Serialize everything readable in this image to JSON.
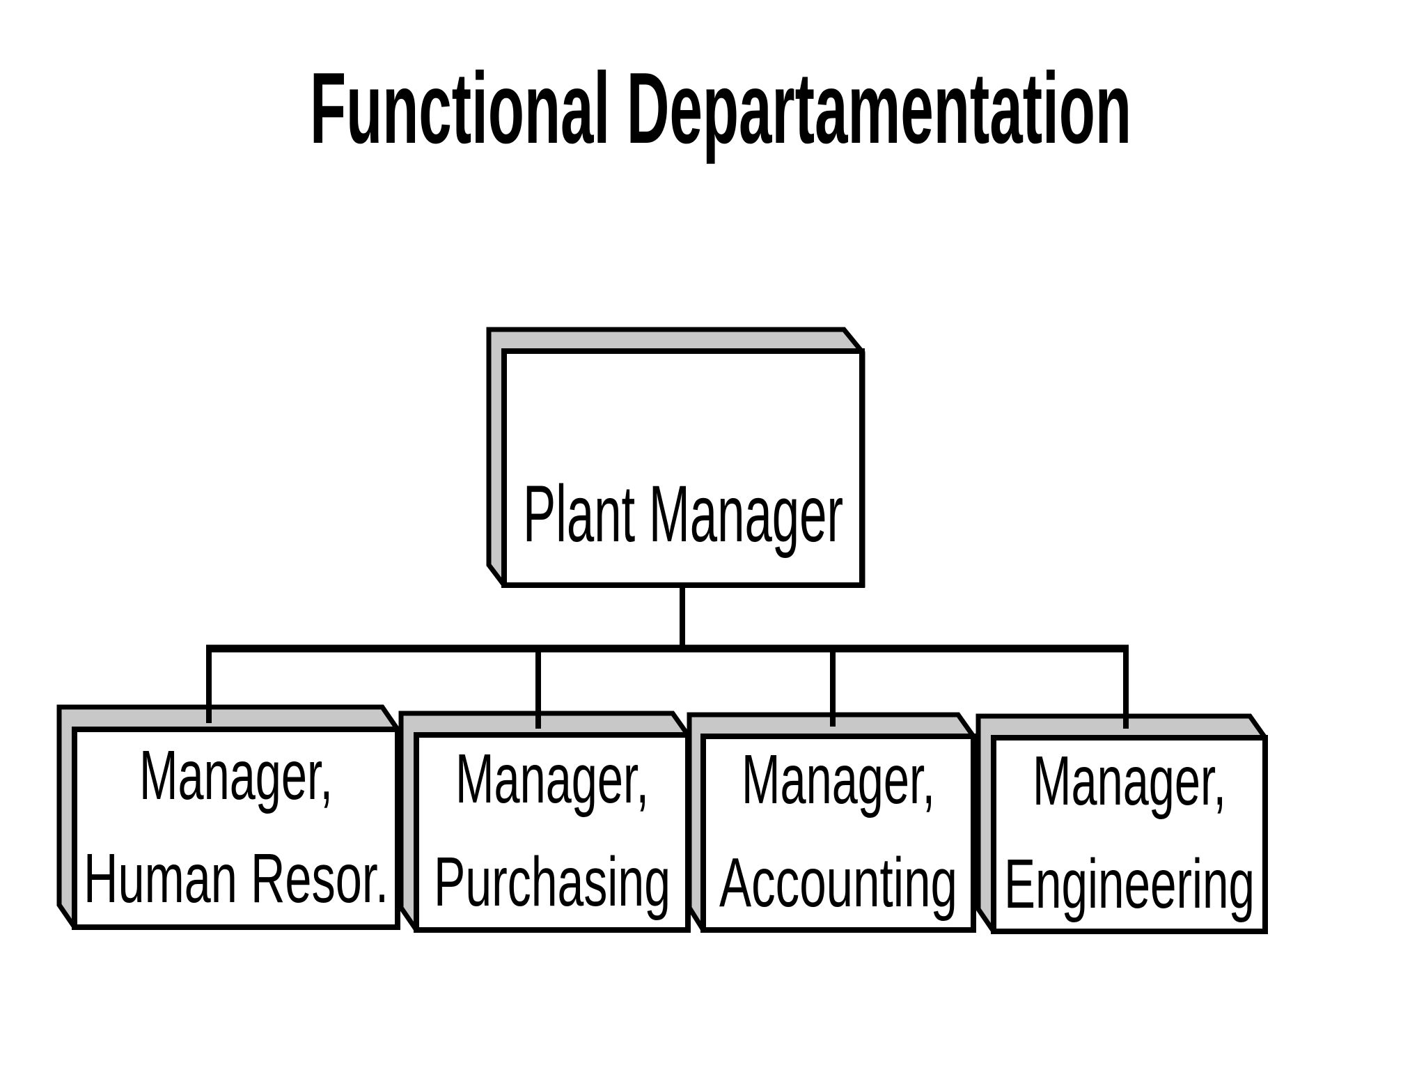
{
  "title": "Functional Departamentation",
  "colors": {
    "background": "#ffffff",
    "card_face": "#ffffff",
    "card_back": "#c8c8c8",
    "line": "#000000",
    "text": "#000000"
  },
  "org_chart": {
    "type": "org-tree",
    "root": {
      "label": "Plant Manager"
    },
    "children": [
      {
        "line1": "Manager,",
        "line2": "Human Resor."
      },
      {
        "line1": "Manager,",
        "line2": "Purchasing"
      },
      {
        "line1": "Manager,",
        "line2": "Accounting"
      },
      {
        "line1": "Manager,",
        "line2": "Engineering"
      }
    ]
  }
}
